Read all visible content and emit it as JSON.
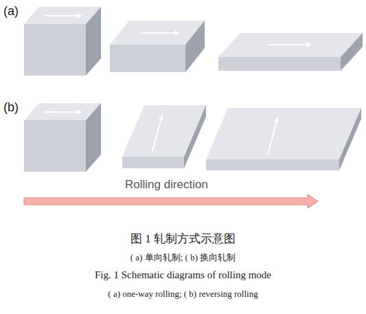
{
  "diagram": {
    "caption": "图 1 轧制方式示意图",
    "labels": [
      "(a)",
      "(b)",
      "Rolling direction",
      "( a) 单向轧制; ( b) 换向轧制",
      "Fig. 1 Schematic diagrams of rolling mode",
      "( a) one-way rolling; ( b) reversing rolling"
    ]
  }
}
